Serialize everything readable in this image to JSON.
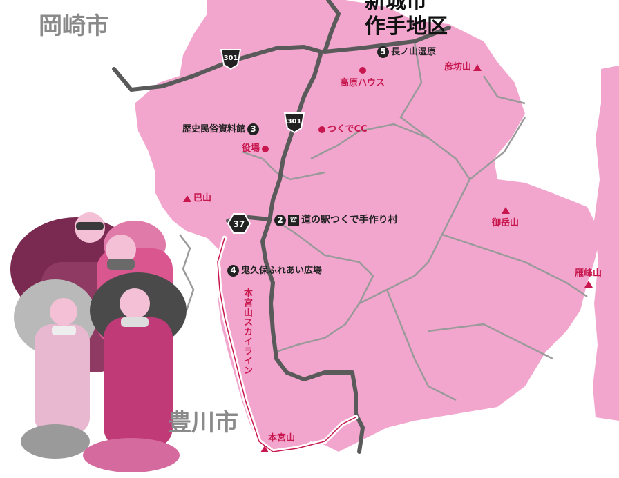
{
  "cities": {
    "okazaki": "岡崎市",
    "toyokawa": "豊川市",
    "shinshiro": "新城市",
    "district": "作手地区"
  },
  "routes": {
    "r301a": "301",
    "r301b": "301",
    "r37": "37"
  },
  "points": {
    "p5": {
      "num": "5",
      "label": "長ノ山湿原"
    },
    "p3": {
      "num": "3",
      "label": "歴史民俗資料館"
    },
    "p2": {
      "num": "2",
      "label": "道の駅つくで手作り村",
      "icon": "roadside-station-icon"
    },
    "p4": {
      "num": "4",
      "label": "鬼久保ふれあい広場"
    }
  },
  "places": {
    "kogen_house": "高原ハウス",
    "tsukude_cc": "つくでCC",
    "yakuba": "役場"
  },
  "mountains": {
    "hikobo": "彦坊山",
    "tomoe": "巴山",
    "mitake": "御岳山",
    "gampou": "雁峰山",
    "hongu": "本宮山"
  },
  "skyline": "本宮山スカイライン",
  "colors": {
    "land": "#f2a6cd",
    "road": "#5a5a5a",
    "river": "#8e8e8e",
    "accent": "#c8174e"
  }
}
